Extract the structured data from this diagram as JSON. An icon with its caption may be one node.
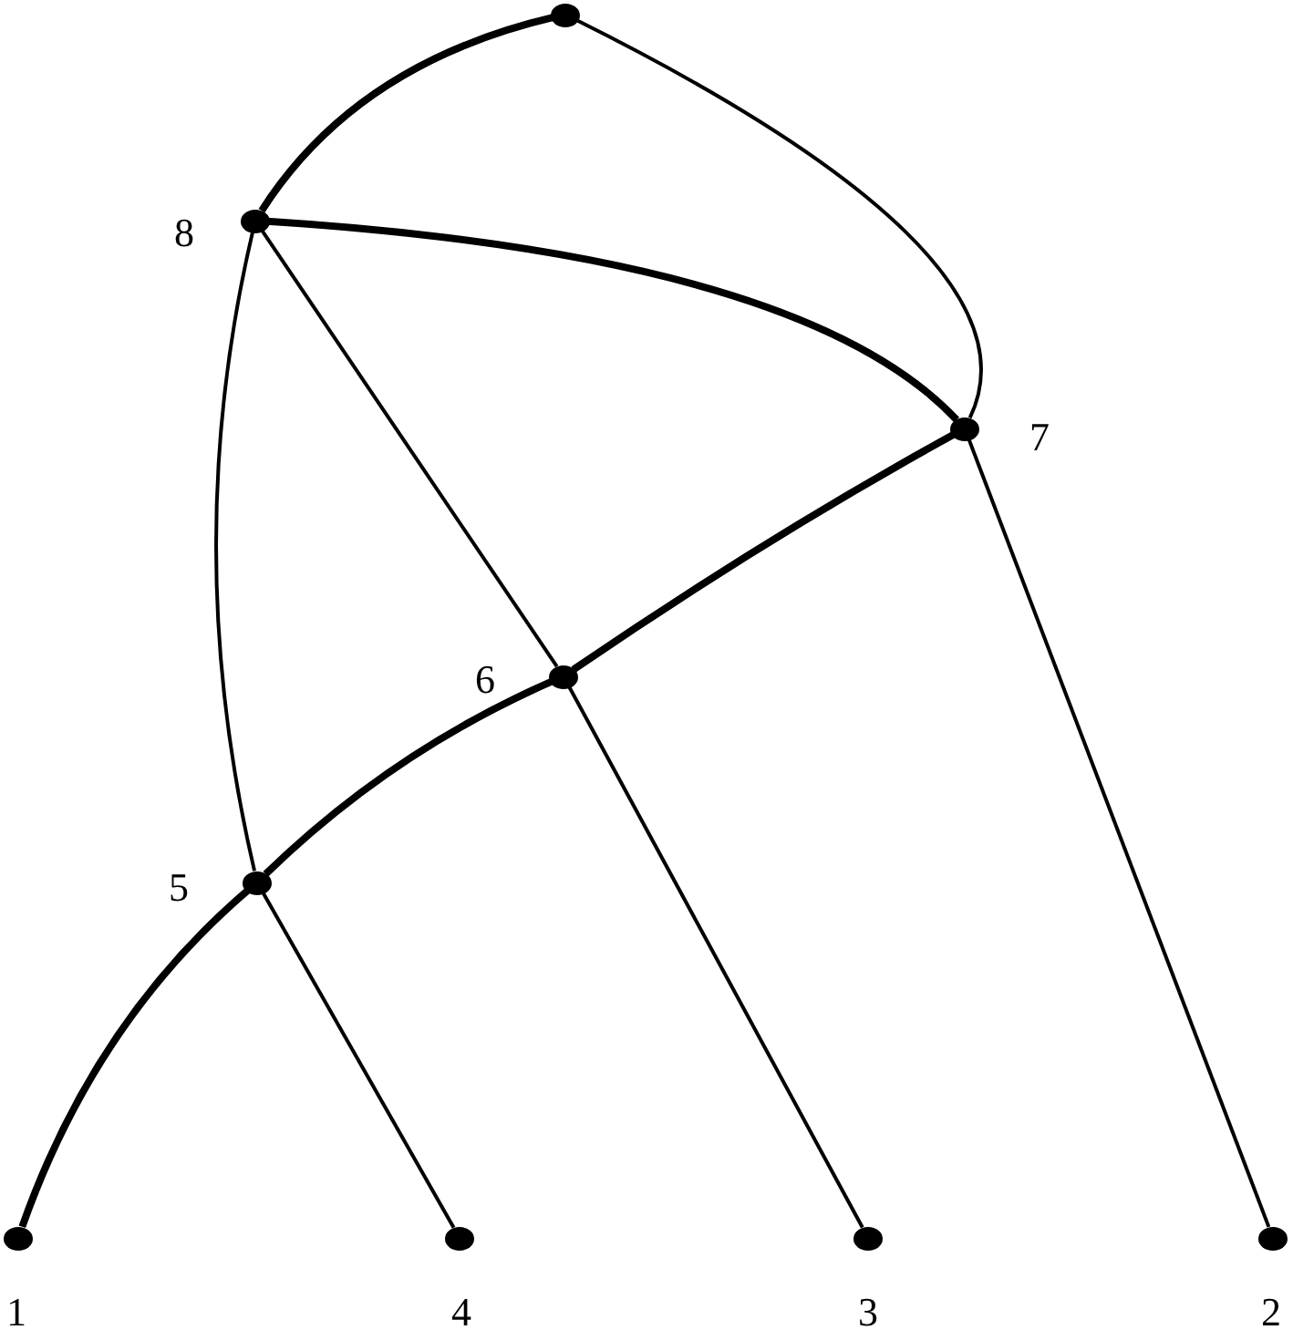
{
  "diagram": {
    "nodes": [
      {
        "text": [],
        "shape": "circle"
      },
      {
        "text": [],
        "shape": "circle",
        "beside": [
          "8"
        ]
      },
      {
        "text": [],
        "shape": "circle",
        "beside": [
          "7"
        ]
      },
      {
        "text": [],
        "shape": "circle",
        "beside": [
          "6"
        ]
      },
      {
        "text": [],
        "shape": "circle",
        "beside": [
          "5"
        ]
      },
      {
        "text": [],
        "shape": "circle",
        "beside": [
          "1"
        ]
      },
      {
        "text": [],
        "shape": "circle",
        "beside": [
          "4"
        ]
      },
      {
        "text": [],
        "shape": "circle",
        "beside": [
          "3"
        ]
      },
      {
        "text": [],
        "shape": "circle",
        "beside": [
          "2"
        ]
      }
    ],
    "edges": [
      {
        "from": 0,
        "to": 1,
        "arrow": "none",
        "style": "thick"
      },
      {
        "from": 0,
        "to": 2,
        "arrow": "none"
      },
      {
        "from": 1,
        "to": 2,
        "arrow": "none",
        "style": "thick"
      },
      {
        "from": 1,
        "to": 4,
        "arrow": "none"
      },
      {
        "from": 1,
        "to": 3,
        "arrow": "none"
      },
      {
        "from": 2,
        "to": 3,
        "arrow": "none",
        "style": "thick"
      },
      {
        "from": 2,
        "to": 8,
        "arrow": "none"
      },
      {
        "from": 3,
        "to": 4,
        "arrow": "none",
        "style": "thick"
      },
      {
        "from": 3,
        "to": 7,
        "arrow": "none"
      },
      {
        "from": 4,
        "to": 5,
        "arrow": "none",
        "style": "thick"
      },
      {
        "from": 4,
        "to": 6,
        "arrow": "none"
      }
    ]
  }
}
